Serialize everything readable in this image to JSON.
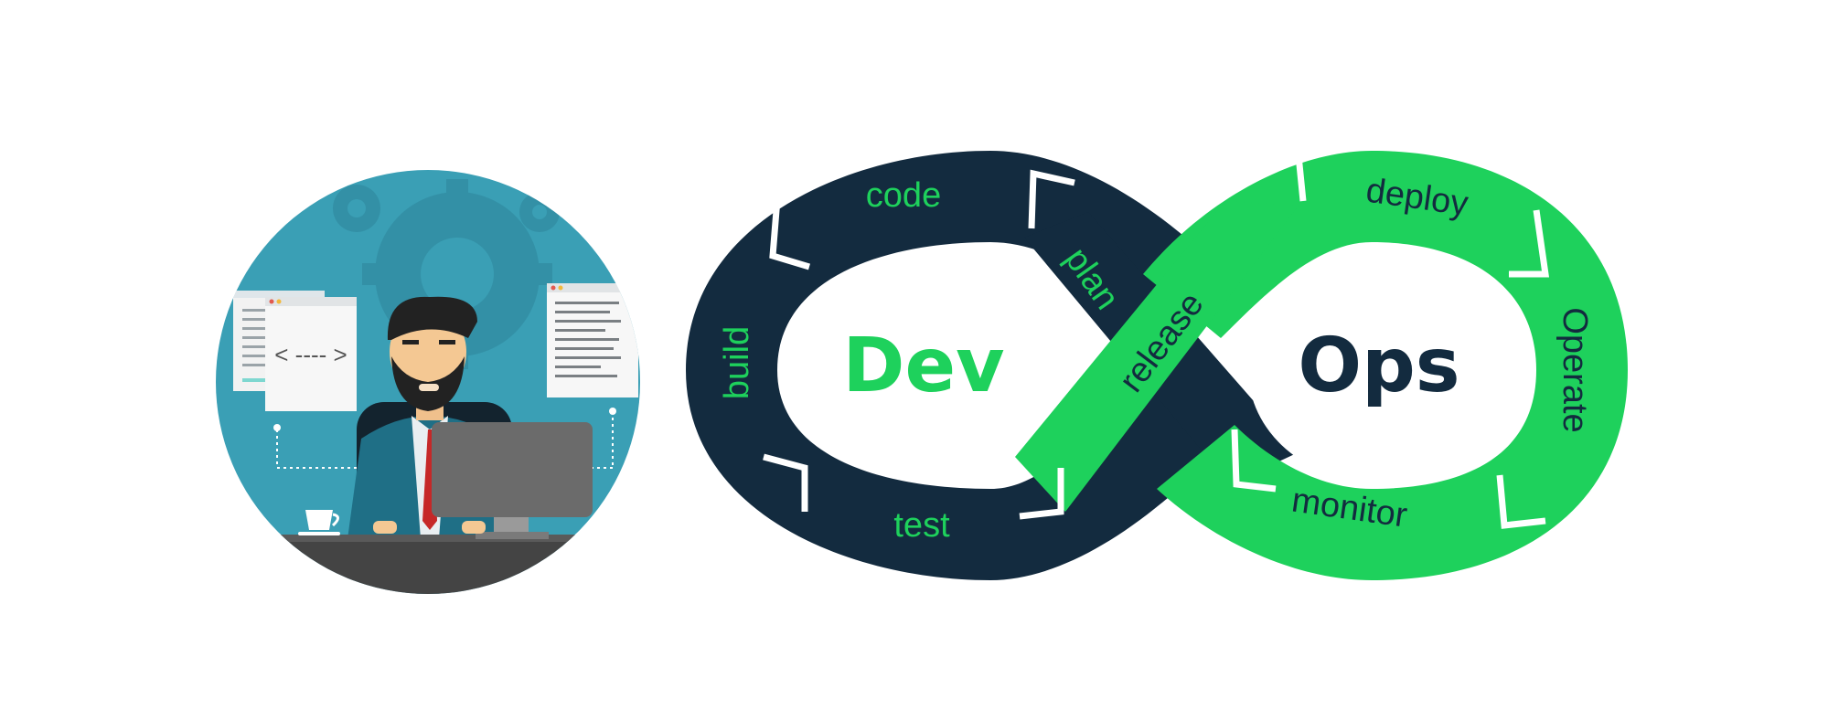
{
  "colors": {
    "dark": "#132b3f",
    "green": "#1ed15c",
    "teal": "#3a9fb5",
    "teal_dark": "#2f8aa0",
    "desk": "#4b4b4b"
  },
  "illustration": {
    "code_brackets": "< ---- >",
    "icons": [
      "gear-icon",
      "coffee-cup-icon",
      "monitor-icon",
      "browser-window-icon"
    ]
  },
  "loop": {
    "left_center": "Dev",
    "right_center": "Ops",
    "stages": {
      "code": "code",
      "plan": "plan",
      "build": "build",
      "test": "test",
      "release": "release",
      "deploy": "deploy",
      "operate": "Operate",
      "monitor": "monitor"
    }
  }
}
